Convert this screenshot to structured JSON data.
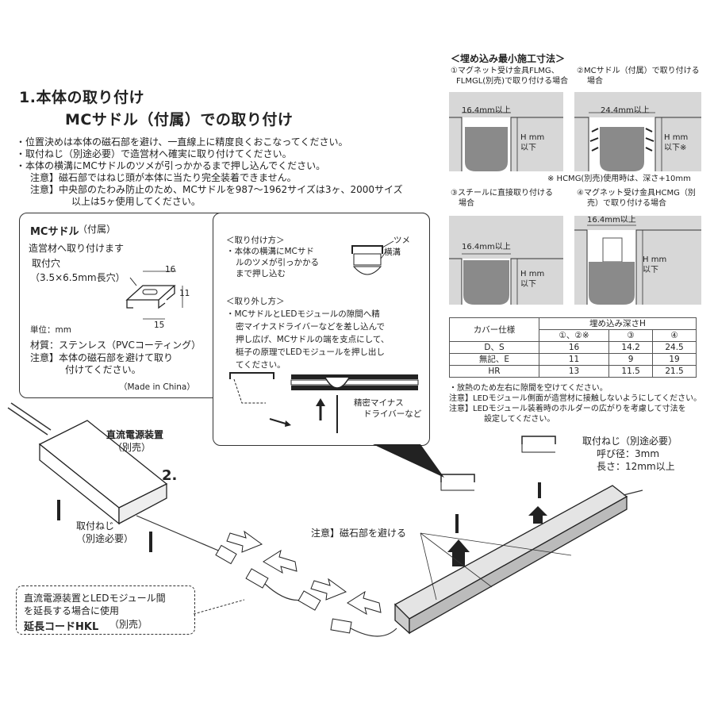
{
  "section1": {
    "title_line1": "1.本体の取り付け",
    "title_line2": "MCサドル（付属）での取り付け",
    "bullets": [
      "・位置決めは本体の磁石部を避け、一直線上に精度良くおこなってください。",
      "・取付ねじ（別途必要）で造営材へ確実に取り付けてください。",
      "・本体の横溝にMCサドルのツメが引っかかるまで押し込んでください。"
    ],
    "notes": [
      "注意】磁石部ではねじ頭が本体に当たり完全装着できません。",
      "注意】中央部のたわみ防止のため、MCサドルを987～1962サイズは3ヶ、2000サイズ",
      "以上は5ヶ使用してください。"
    ]
  },
  "saddle_box": {
    "title": "MCサドル",
    "title_suffix": "（付属）",
    "subtitle": "造営材へ取り付けます",
    "hole_label": "取付穴",
    "hole_size": "（3.5×6.5mm長穴）",
    "dim_16": "16",
    "dim_11": "11",
    "dim_15": "15",
    "unit": "単位：mm",
    "material": "材質：ステンレス（PVCコーティング）",
    "note1": "注意】本体の磁石部を避けて取り",
    "note2": "付けてください。",
    "origin": "（Made in China）"
  },
  "install_method": {
    "title": "＜取り付け方＞",
    "lines": [
      "・本体の横溝にMCサド",
      "ルのツメが引っかかる",
      "まで押し込む"
    ],
    "label_tsume": "ツメ",
    "label_mizo": "横溝"
  },
  "removal_method": {
    "title": "＜取り外し方＞",
    "lines": [
      "・MCサドルとLEDモジュールの隙間へ精",
      "密マイナスドライバーなどを差し込んで",
      "押し広げ、MCサドルの端を支点にして、",
      "梃子の原理でLEDモジュールを押し出し",
      "てください。"
    ],
    "driver_label1": "精密マイナス",
    "driver_label2": "ドライバーなど"
  },
  "embed": {
    "title": "＜埋め込み最小施工寸法＞",
    "d1_title1": "①マグネット受け金具FLMG、",
    "d1_title2": "FLMGL(別売)で取り付ける場合",
    "d1_width": "16.4mm以上",
    "d1_h1": "H mm",
    "d1_h2": "以下",
    "d2_title1": "②MCサドル（付属）で取り付ける",
    "d2_title2": "場合",
    "d2_width": "24.4mm以上",
    "d2_h1": "H mm",
    "d2_h2": "以下※",
    "d2_note": "※ HCMG(別売)使用時は、深さ+10mm",
    "d3_title1": "③スチールに直接取り付ける",
    "d3_title2": "場合",
    "d3_width": "16.4mm以上",
    "d3_h1": "H mm",
    "d3_h2": "以下",
    "d4_title1": "④マグネット受け金具HCMG（別",
    "d4_title2": "売）で取り付ける場合",
    "d4_width": "16.4mm以上",
    "d4_h1": "H mm",
    "d4_h2": "以下"
  },
  "depth_table": {
    "col_spec": "カバー仕様",
    "col_depth": "埋め込み深さH",
    "sub_headers": [
      "①、②※",
      "③",
      "④"
    ],
    "rows": [
      {
        "spec": "D、S",
        "v1": "16",
        "v2": "14.2",
        "v3": "24.5"
      },
      {
        "spec": "無記、E",
        "v1": "11",
        "v2": "9",
        "v3": "19"
      },
      {
        "spec": "HR",
        "v1": "13",
        "v2": "11.5",
        "v3": "21.5"
      }
    ]
  },
  "table_notes": [
    "・放熱のため左右に隙間を空けてください。",
    "注意】LEDモジュール側面が造営材に接触しないようにしてください。",
    "注意】LEDモジュール装着時のホルダーの広がりを考慮して寸法を",
    "設定してください。"
  ],
  "bottom": {
    "psu_label": "直流電源装置",
    "psu_sub": "（別売）",
    "step2": "2.",
    "screw_label": "取付ねじ",
    "screw_sub": "（別途必要）",
    "screw_right_label": "取付ねじ（別途必要）",
    "screw_right_size": "呼び径：3mm",
    "screw_right_len": "長さ：12mm以上",
    "magnet_note": "注意】磁石部を避ける",
    "ext_line1": "直流電源装置とLEDモジュール間",
    "ext_line2": "を延長する場合に使用",
    "ext_name": "延長コードHKL",
    "ext_sub": "（別売）"
  }
}
